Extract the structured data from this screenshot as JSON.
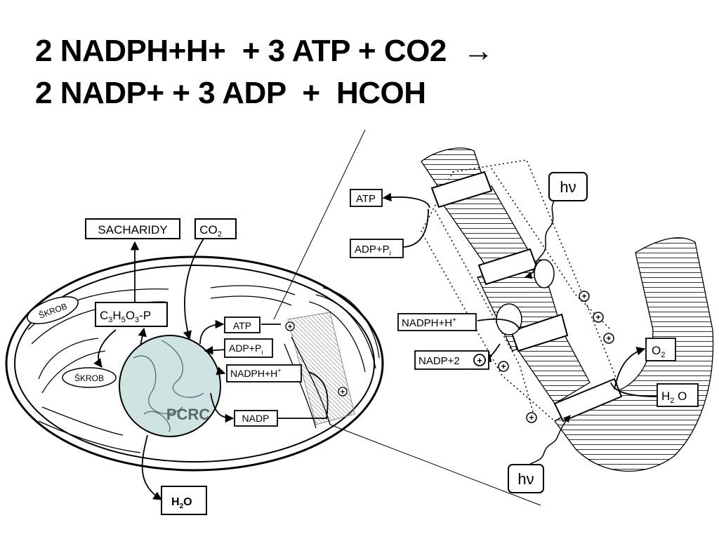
{
  "equation": {
    "line1": "2 NADPH+H+  + 3 ATP + CO2  →",
    "line2": "2 NADP+ + 3 ADP  +  HCOH"
  },
  "chloroplast": {
    "sacharidy": "SACHARIDY",
    "co2": "CO",
    "co2_sub": "2",
    "c3_a": "C",
    "c3_sub1": "3",
    "c3_b": "H",
    "c3_sub2": "5",
    "c3_c": "O",
    "c3_sub3": "3",
    "c3_d": "-P",
    "skrob1": "ŠKROB",
    "skrob2": "ŠKROB",
    "atp": "ATP",
    "adp": "ADP+P",
    "adp_sub": "i",
    "nadph": "NADPH+H",
    "nadph_sup": "+",
    "nadp": "NADP",
    "pcrc": "PCRC",
    "h2o_a": "H",
    "h2o_sub": "2",
    "h2o_b": "O"
  },
  "thylakoid": {
    "atp": "ATP",
    "adp": "ADP+P",
    "adp_sub": "i",
    "nadph": "NADPH+H",
    "nadph_sup": "+",
    "nadp": "NADP+2",
    "hv_top": "hν",
    "hv_bottom": "hν",
    "o2": "O",
    "o2_sub": "2",
    "h2o_a": "H",
    "h2o_sub": "2",
    "h2o_b": " O"
  }
}
